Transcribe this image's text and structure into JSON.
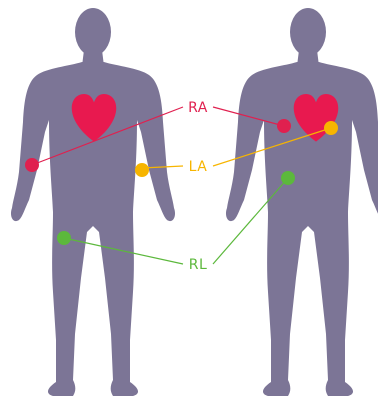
{
  "labels": {
    "ra": "RA",
    "la": "LA",
    "rl": "RL"
  },
  "colors": {
    "silhouette": "#7c7596",
    "heart": "#e8194f",
    "ra": "#e0204f",
    "la": "#f7b500",
    "rl": "#5cb83c"
  },
  "figures": {
    "left": {
      "electrodes": [
        "RA",
        "LA",
        "RL"
      ]
    },
    "right": {
      "electrodes": [
        "RA",
        "LA",
        "RL"
      ]
    }
  }
}
